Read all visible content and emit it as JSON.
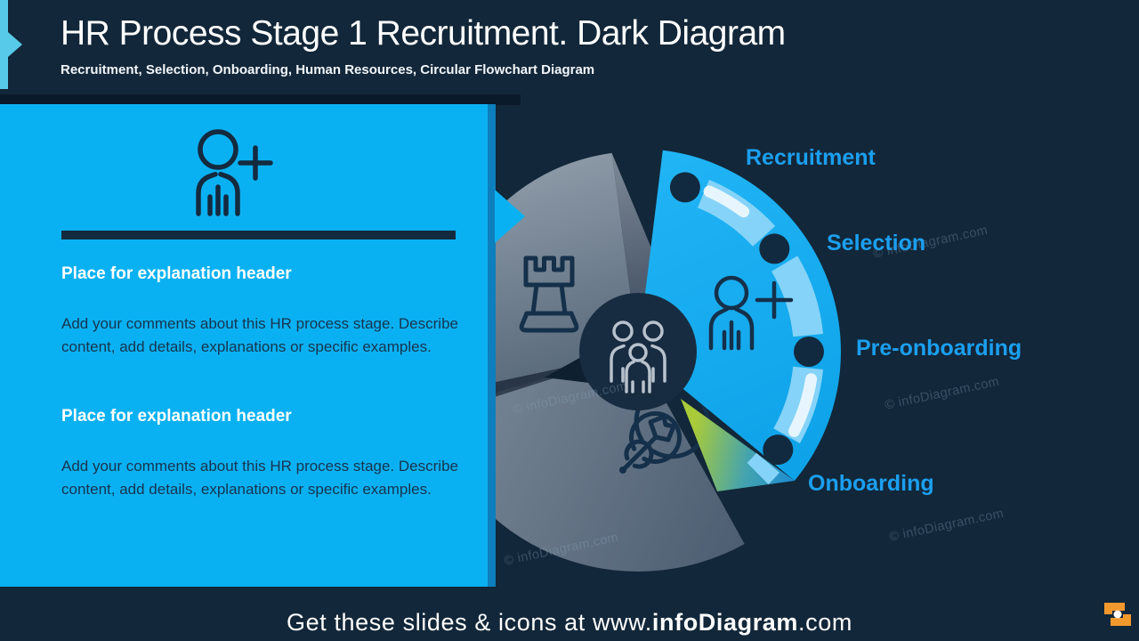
{
  "header": {
    "title": "HR Process Stage 1 Recruitment. Dark Diagram",
    "subtitle": "Recruitment, Selection, Onboarding, Human Resources, Circular Flowchart Diagram"
  },
  "callout": {
    "icon": "person-plus-icon",
    "sections": [
      {
        "heading": "Place for explanation header",
        "body": "Add your comments about this HR process stage. Describe content, add details, explanations or specific examples."
      },
      {
        "heading": "Place for explanation header",
        "body": "Add your comments about this HR process stage. Describe content, add details, explanations or specific examples."
      }
    ]
  },
  "diagram": {
    "stages": [
      {
        "label": "Recruitment"
      },
      {
        "label": "Selection"
      },
      {
        "label": "Pre-onboarding"
      },
      {
        "label": "Onboarding"
      }
    ],
    "icons": {
      "center": "people-group-icon",
      "highlighted_wedge": "person-plus-icon",
      "upper_left_wedge": "chess-rook-icon",
      "bottom_wedge": "target-arrow-icon"
    }
  },
  "watermark_text": "© infoDiagram.com",
  "footer": {
    "prefix": "Get these slides & icons at www.",
    "brand": "infoDiagram",
    "suffix": ".com"
  },
  "colors": {
    "background": "#122739",
    "accent_cyan": "#0ab1f2",
    "highlight_blue": "#14aef2",
    "light_band_blue": "#85d3f8",
    "label_blue": "#1b9ff0",
    "dark_navy": "#142a3f",
    "gray_wedge": "#5f7083",
    "fold_green": "#a9cb3a",
    "logo_orange": "#f2992e"
  }
}
